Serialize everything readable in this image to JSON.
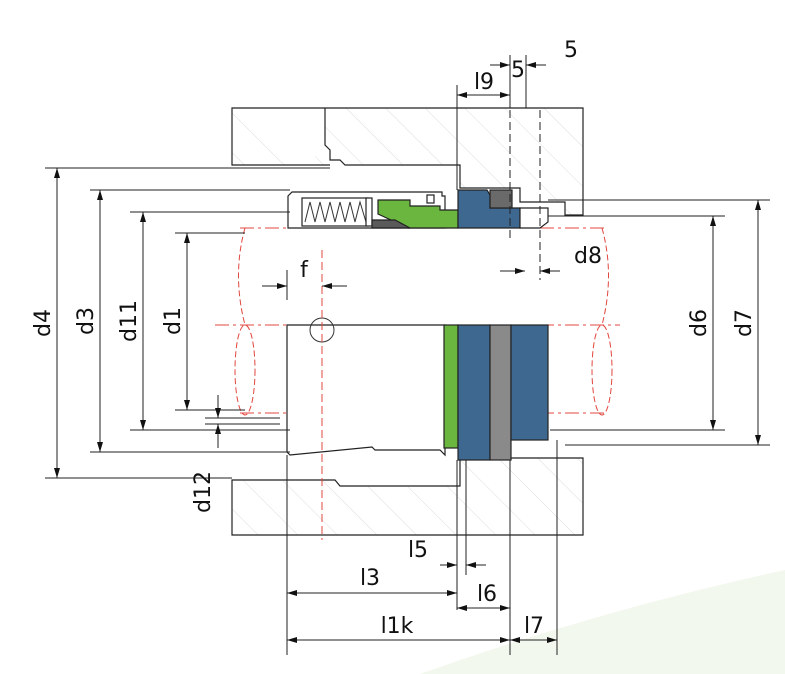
{
  "drawing": {
    "colors": {
      "rotary_face": "#6ab63e",
      "seat": "#3f6891",
      "gasket": "#8a8a8a",
      "oring": "#5a5a5a",
      "centerline": "#e0473f"
    },
    "labels": {
      "d4": "d4",
      "d3": "d3",
      "d11": "d11",
      "d1": "d1",
      "d12": "d12",
      "f": "f",
      "d8": "d8",
      "d6": "d6",
      "d7": "d7",
      "l9": "l9",
      "five_a": "5",
      "five_b": "5",
      "l5": "l5",
      "l3": "l3",
      "l6": "l6",
      "l1k": "l1k",
      "l7": "l7"
    }
  }
}
